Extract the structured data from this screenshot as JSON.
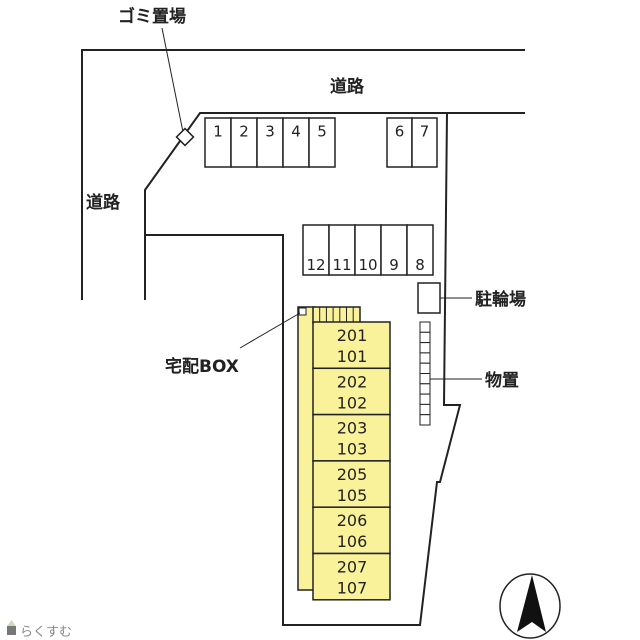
{
  "labels": {
    "trash": "ゴミ置場",
    "road_top": "道路",
    "road_left": "道路",
    "bicycle": "駐輪場",
    "storage": "物置",
    "delivery_box": "宅配BOX"
  },
  "parking_top_left": [
    "1",
    "2",
    "3",
    "4",
    "5"
  ],
  "parking_top_right": [
    "6",
    "7"
  ],
  "parking_middle": [
    "12",
    "11",
    "10",
    "9",
    "8"
  ],
  "units": [
    [
      "201",
      "101"
    ],
    [
      "202",
      "102"
    ],
    [
      "203",
      "103"
    ],
    [
      "205",
      "105"
    ],
    [
      "206",
      "106"
    ],
    [
      "207",
      "107"
    ]
  ],
  "watermark": "らくすむ",
  "colors": {
    "building": "#f9f29a",
    "line": "#222222"
  }
}
